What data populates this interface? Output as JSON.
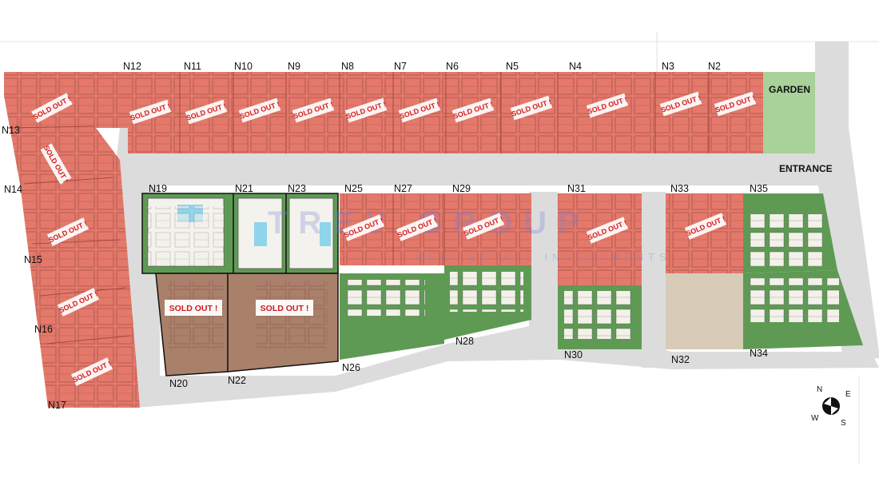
{
  "map": {
    "labels": {
      "garden": "GARDEN",
      "entrance": "ENTRANCE"
    },
    "sold_stamp": "SOLD OUT !",
    "watermark": {
      "brand": "TREY GROUP",
      "tagline": "REAL ESTATE INVESTMENTS"
    },
    "compass": {
      "n": "N",
      "e": "E",
      "s": "S",
      "w": "W"
    },
    "colors": {
      "sold": "#e4796b",
      "available": "#5f9a55",
      "reserved": "#9a6f58",
      "open_lot": "#d8ccb8",
      "road": "#dcdcdc",
      "garden": "#a9d19a"
    },
    "plots": [
      {
        "id": "N2",
        "status": "sold"
      },
      {
        "id": "N3",
        "status": "sold"
      },
      {
        "id": "N4",
        "status": "sold"
      },
      {
        "id": "N5",
        "status": "sold"
      },
      {
        "id": "N6",
        "status": "sold"
      },
      {
        "id": "N7",
        "status": "sold"
      },
      {
        "id": "N8",
        "status": "sold"
      },
      {
        "id": "N9",
        "status": "sold"
      },
      {
        "id": "N10",
        "status": "sold"
      },
      {
        "id": "N11",
        "status": "sold"
      },
      {
        "id": "N12",
        "status": "sold"
      },
      {
        "id": "N13",
        "status": "sold"
      },
      {
        "id": "N14",
        "status": "sold"
      },
      {
        "id": "N15",
        "status": "sold"
      },
      {
        "id": "N16",
        "status": "sold"
      },
      {
        "id": "N17",
        "status": "sold"
      },
      {
        "id": "N19",
        "status": "available"
      },
      {
        "id": "N20",
        "status": "sold"
      },
      {
        "id": "N21",
        "status": "available"
      },
      {
        "id": "N22",
        "status": "sold"
      },
      {
        "id": "N23",
        "status": "available"
      },
      {
        "id": "N25",
        "status": "sold"
      },
      {
        "id": "N26",
        "status": "available"
      },
      {
        "id": "N27",
        "status": "sold"
      },
      {
        "id": "N28",
        "status": "available"
      },
      {
        "id": "N29",
        "status": "sold"
      },
      {
        "id": "N30",
        "status": "available"
      },
      {
        "id": "N31",
        "status": "sold"
      },
      {
        "id": "N32",
        "status": "available"
      },
      {
        "id": "N33",
        "status": "sold"
      },
      {
        "id": "N34",
        "status": "available"
      },
      {
        "id": "N35",
        "status": "available"
      }
    ]
  }
}
